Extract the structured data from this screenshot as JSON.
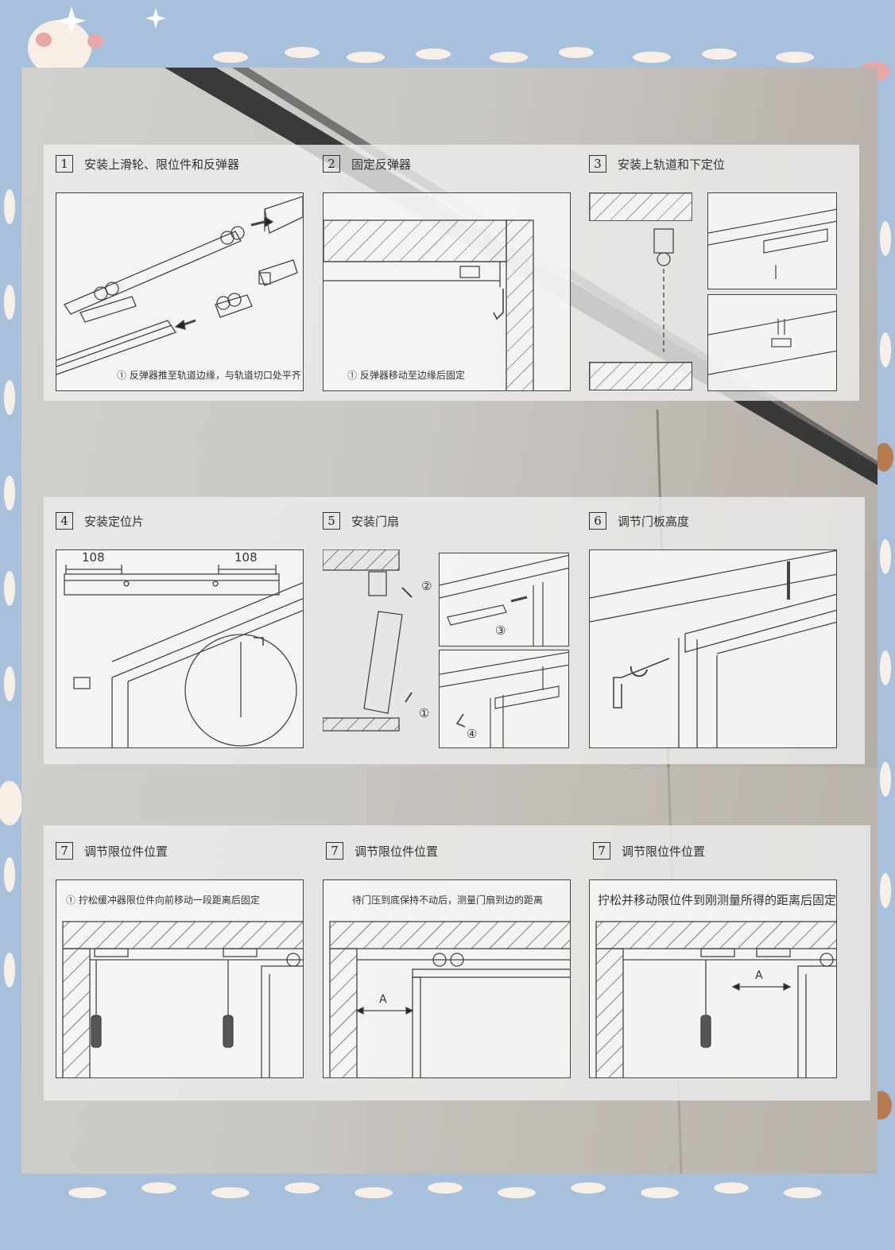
{
  "steps": [
    {
      "num": "1",
      "title": "安装上滑轮、限位件和反弹器",
      "note_num": "①",
      "note": "反弹器推至轨道边缘，与轨道切口处平齐"
    },
    {
      "num": "2",
      "title": "固定反弹器",
      "note_num": "①",
      "note": "反弹器移动至边缘后固定"
    },
    {
      "num": "3",
      "title": "安装上轨道和下定位"
    },
    {
      "num": "4",
      "title": "安装定位片",
      "dim_left": "108",
      "dim_right": "108"
    },
    {
      "num": "5",
      "title": "安装门扇",
      "callouts": [
        "②",
        "③",
        "①",
        "④"
      ]
    },
    {
      "num": "6",
      "title": "调节门板高度"
    },
    {
      "num": "7",
      "title": "调节限位件位置",
      "note_num": "①",
      "note": "拧松缓冲器限位件向前移动一段距离后固定"
    },
    {
      "num": "7",
      "title": "调节限位件位置",
      "note": "待门压到底保持不动后，测量门扇到边的距离",
      "dim": "A"
    },
    {
      "num": "7",
      "title": "调节限位件位置",
      "note": "拧松并移动限位件到刚测量所得的距离后固定",
      "dim": "A"
    }
  ],
  "colors": {
    "frame": "#a7c1dd",
    "line": "#444444",
    "sheet": "#eeeeec"
  },
  "icons": [
    "arrow-icon",
    "screwdriver-icon",
    "hex-key-icon",
    "roller-icon"
  ]
}
